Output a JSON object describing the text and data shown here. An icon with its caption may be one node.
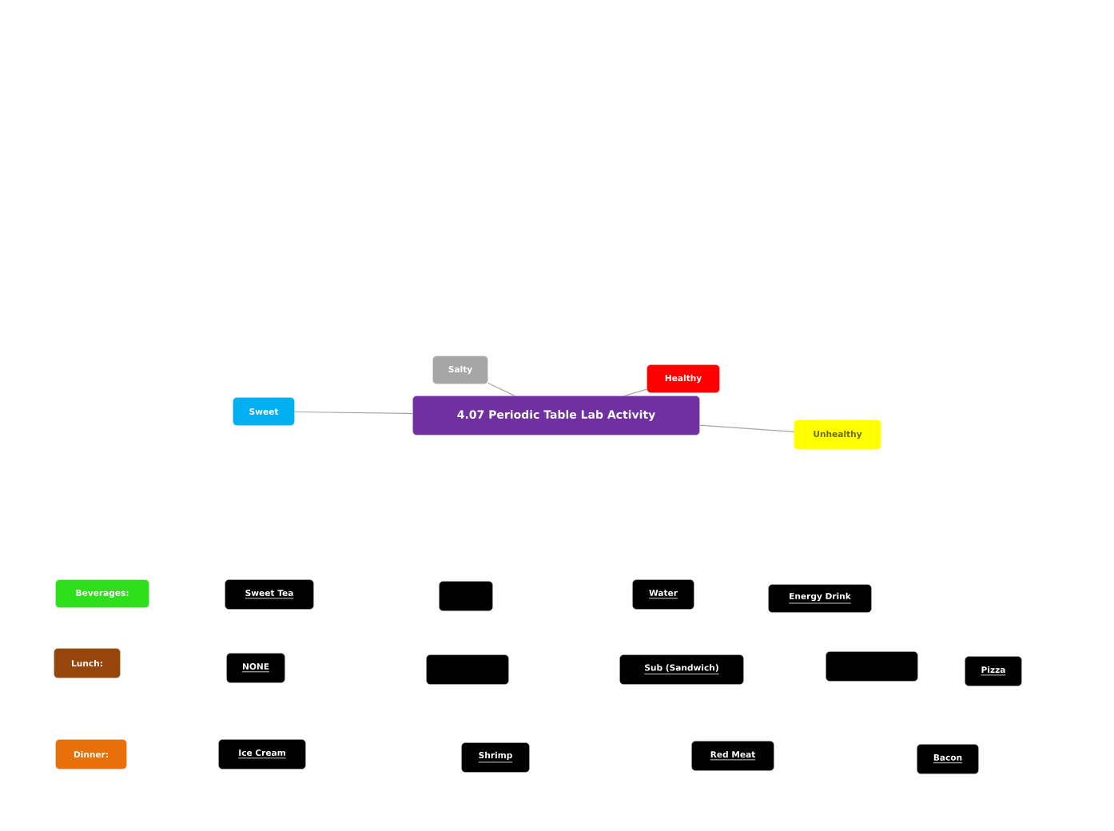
{
  "diagram": {
    "nodes": [
      {
        "text": [
          "4.07 Periodic Table Lab Activity"
        ]
      },
      {
        "text": [
          "Sweet"
        ]
      },
      {
        "text": [
          "Salty"
        ]
      },
      {
        "text": [
          "Healthy"
        ]
      },
      {
        "text": [
          "Unhealthy"
        ]
      },
      {
        "text": [
          "Beverages:"
        ]
      },
      {
        "text": [
          "Sweet Tea"
        ]
      },
      {
        "text": [],
        "shape": "box"
      },
      {
        "text": [
          "Water"
        ]
      },
      {
        "text": [
          "Energy Drink"
        ]
      },
      {
        "text": [
          "Lunch:"
        ]
      },
      {
        "text": [
          "NONE"
        ]
      },
      {
        "text": [],
        "shape": "box"
      },
      {
        "text": [
          "Sub (Sandwich)"
        ]
      },
      {
        "text": [],
        "shape": "box"
      },
      {
        "text": [
          "Pizza"
        ]
      },
      {
        "text": [
          "Dinner:"
        ]
      },
      {
        "text": [
          "Ice Cream"
        ]
      },
      {
        "text": [
          "Shrimp"
        ]
      },
      {
        "text": [
          "Red Meat"
        ]
      },
      {
        "text": [
          "Bacon"
        ]
      }
    ],
    "edges": [
      {
        "from": 0,
        "to": 1,
        "arrow": "none"
      },
      {
        "from": 0,
        "to": 2,
        "arrow": "none"
      },
      {
        "from": 0,
        "to": 3,
        "arrow": "none"
      },
      {
        "from": 0,
        "to": 4,
        "arrow": "none"
      }
    ]
  }
}
